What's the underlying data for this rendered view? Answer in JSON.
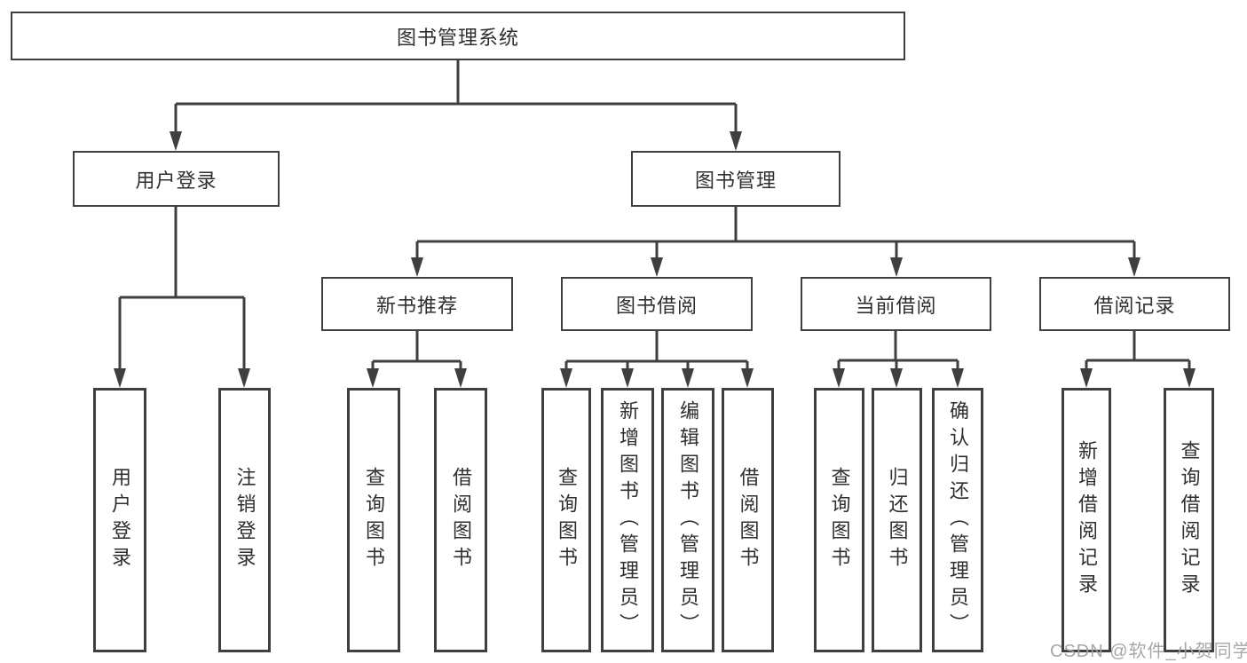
{
  "tree": {
    "label": "图书管理系统",
    "children": [
      {
        "label": "用户登录",
        "children": [
          {
            "label": "用户登录"
          },
          {
            "label": "注销登录"
          }
        ]
      },
      {
        "label": "图书管理",
        "children": [
          {
            "label": "新书推荐",
            "children": [
              {
                "label": "查询图书"
              },
              {
                "label": "借阅图书"
              }
            ]
          },
          {
            "label": "图书借阅",
            "children": [
              {
                "label": "查询图书"
              },
              {
                "label": "新增图书（管理员）"
              },
              {
                "label": "编辑图书（管理员）"
              },
              {
                "label": "借阅图书"
              }
            ]
          },
          {
            "label": "当前借阅",
            "children": [
              {
                "label": "查询图书"
              },
              {
                "label": "归还图书"
              },
              {
                "label": "确认归还（管理员）"
              }
            ]
          },
          {
            "label": "借阅记录",
            "children": [
              {
                "label": "新增借阅记录"
              },
              {
                "label": "查询借阅记录"
              }
            ]
          }
        ]
      }
    ]
  },
  "watermark": {
    "text": "CSDN @软件_小贺同学"
  },
  "colors": {
    "line": "#3f3f3f",
    "text": "#2f2f2f",
    "background": "#ffffff",
    "watermark": "#a3a3a3"
  }
}
